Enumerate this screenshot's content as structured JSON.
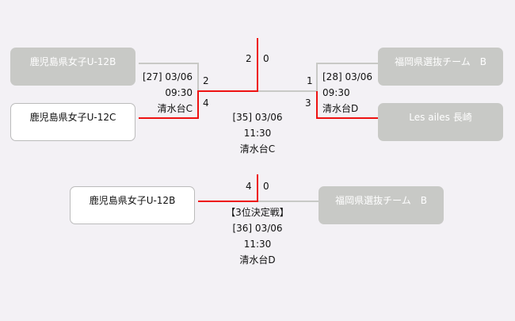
{
  "colors": {
    "win_line": "#ee1111",
    "lose_line": "#c8c9c6",
    "lose_box": "#c8c9c6",
    "background": "#f3f1f5"
  },
  "semifinal": {
    "left": {
      "team_top": "鹿児島県女子U-12B",
      "team_bottom": "鹿児島県女子U-12C",
      "score_top": "2",
      "score_bottom": "4",
      "match": "[27] 03/06",
      "time": "09:30",
      "venue": "清水台C"
    },
    "right": {
      "team_top": "福岡県選抜チーム　B",
      "team_bottom": "Les ailes 長崎",
      "score_top": "1",
      "score_bottom": "3",
      "match": "[28] 03/06",
      "time": "09:30",
      "venue": "清水台D"
    }
  },
  "final": {
    "score_left": "2",
    "score_right": "0",
    "match": "[35] 03/06",
    "time": "11:30",
    "venue": "清水台C"
  },
  "third_place": {
    "team_left": "鹿児島県女子U-12B",
    "team_right": "福岡県選抜チーム　B",
    "score_left": "4",
    "score_right": "0",
    "label": "【3位決定戦】",
    "match": "[36] 03/06",
    "time": "11:30",
    "venue": "清水台D"
  }
}
